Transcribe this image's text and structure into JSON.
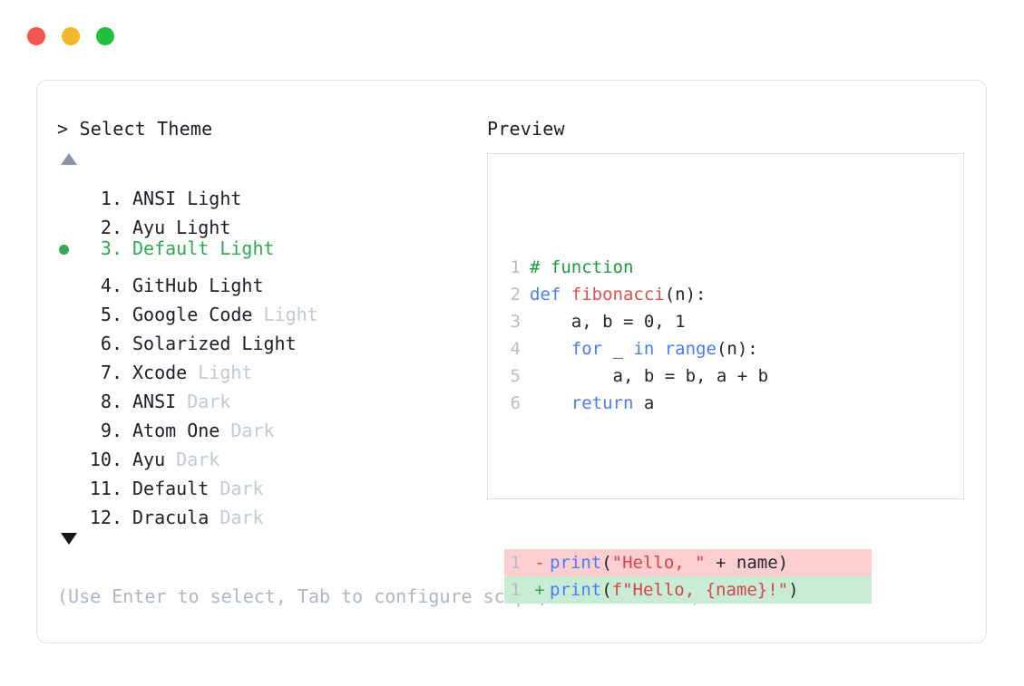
{
  "window": {
    "traffic_lights": [
      {
        "name": "close",
        "color": "#f4564e"
      },
      {
        "name": "minimize",
        "color": "#f5b72b"
      },
      {
        "name": "zoom",
        "color": "#22bf3f"
      }
    ]
  },
  "left_panel": {
    "prompt": "> Select Theme",
    "scroll_up_icon": "triangle-up-icon",
    "scroll_down_icon": "triangle-down-icon",
    "selected_index": 3,
    "selected_marker": "●",
    "items": [
      {
        "index": "1.",
        "name": "ANSI",
        "variant": " Light",
        "variant_dim": false,
        "selected": false
      },
      {
        "index": "2.",
        "name": "Ayu",
        "variant": " Light",
        "variant_dim": false,
        "selected": false
      },
      {
        "index": "3.",
        "name": "Default",
        "variant": " Light",
        "variant_dim": false,
        "selected": true
      },
      {
        "index": "4.",
        "name": "GitHub",
        "variant": " Light",
        "variant_dim": false,
        "selected": false
      },
      {
        "index": "5.",
        "name": "Google Code",
        "variant": " Light",
        "variant_dim": true,
        "selected": false
      },
      {
        "index": "6.",
        "name": "Solarized",
        "variant": " Light",
        "variant_dim": false,
        "selected": false
      },
      {
        "index": "7.",
        "name": "Xcode",
        "variant": " Light",
        "variant_dim": true,
        "selected": false
      },
      {
        "index": "8.",
        "name": "ANSI",
        "variant": " Dark",
        "variant_dim": true,
        "selected": false
      },
      {
        "index": "9.",
        "name": "Atom One",
        "variant": " Dark",
        "variant_dim": true,
        "selected": false
      },
      {
        "index": "10.",
        "name": "Ayu",
        "variant": " Dark",
        "variant_dim": true,
        "selected": false
      },
      {
        "index": "11.",
        "name": "Default",
        "variant": " Dark",
        "variant_dim": true,
        "selected": false
      },
      {
        "index": "12.",
        "name": "Dracula",
        "variant": " Dark",
        "variant_dim": true,
        "selected": false
      }
    ],
    "hint": "(Use Enter to select, Tab to configure scope, Esc to close)"
  },
  "right_panel": {
    "title": "Preview",
    "code_lines": [
      {
        "no": "1",
        "tokens": [
          {
            "t": "# function",
            "c": "comment"
          }
        ]
      },
      {
        "no": "2",
        "tokens": [
          {
            "t": "def ",
            "c": "kw"
          },
          {
            "t": "fibonacci",
            "c": "fn"
          },
          {
            "t": "(n):",
            "c": "plain"
          }
        ]
      },
      {
        "no": "3",
        "tokens": [
          {
            "t": "    a, b = 0, 1",
            "c": "plain"
          }
        ]
      },
      {
        "no": "4",
        "tokens": [
          {
            "t": "    ",
            "c": "plain"
          },
          {
            "t": "for",
            "c": "kw"
          },
          {
            "t": " _ ",
            "c": "plain"
          },
          {
            "t": "in range",
            "c": "kw"
          },
          {
            "t": "(n):",
            "c": "plain"
          }
        ]
      },
      {
        "no": "5",
        "tokens": [
          {
            "t": "        a, b = b, a + b",
            "c": "plain"
          }
        ]
      },
      {
        "no": "6",
        "tokens": [
          {
            "t": "    ",
            "c": "plain"
          },
          {
            "t": "return",
            "c": "kw"
          },
          {
            "t": " a",
            "c": "plain"
          }
        ]
      }
    ],
    "diff_lines": [
      {
        "no": "1",
        "mark": "-",
        "kind": "del",
        "tokens": [
          {
            "t": "print",
            "c": "kw"
          },
          {
            "t": "(",
            "c": "plain"
          },
          {
            "t": "\"Hello, \"",
            "c": "str"
          },
          {
            "t": " + name)",
            "c": "plain"
          }
        ]
      },
      {
        "no": "1",
        "mark": "+",
        "kind": "add",
        "tokens": [
          {
            "t": "print",
            "c": "kw"
          },
          {
            "t": "(",
            "c": "plain"
          },
          {
            "t": "f\"Hello, {name}!\"",
            "c": "str"
          },
          {
            "t": ")",
            "c": "plain"
          }
        ]
      }
    ]
  },
  "colors": {
    "accent_green": "#2fa84f",
    "keyword_blue": "#4a7cf7",
    "string_red": "#d9434e",
    "function_red": "#e0514c",
    "comment_green": "#1a9e3c",
    "dim_gray": "#c2c8d6",
    "diff_del_bg": "#fbcfcf",
    "diff_add_bg": "#c9ecd4",
    "border": "#dfe2e9"
  }
}
